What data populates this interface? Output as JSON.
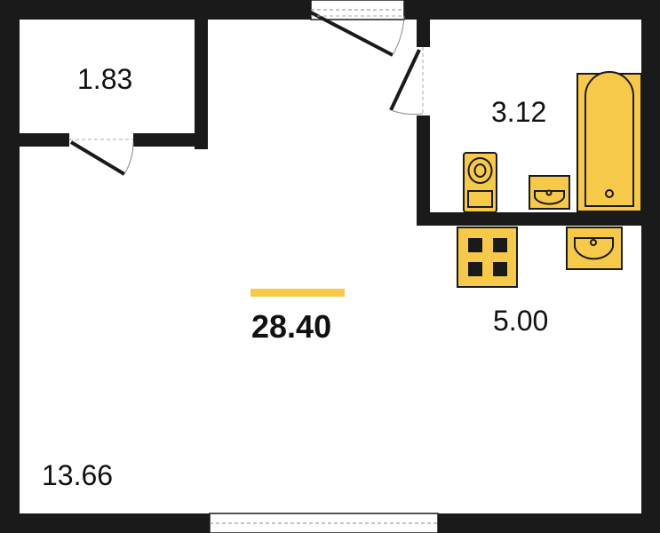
{
  "colors": {
    "wall": "#1a1a1a",
    "fixture_fill": "#f7c948",
    "fixture_stroke": "#1a1a1a",
    "accent": "#f7c948",
    "background": "#ffffff"
  },
  "rooms": {
    "storage_area": "1.83",
    "bathroom_area": "3.12",
    "kitchen_area": "5.00",
    "living_area": "13.66"
  },
  "total": {
    "area": "28.40"
  }
}
